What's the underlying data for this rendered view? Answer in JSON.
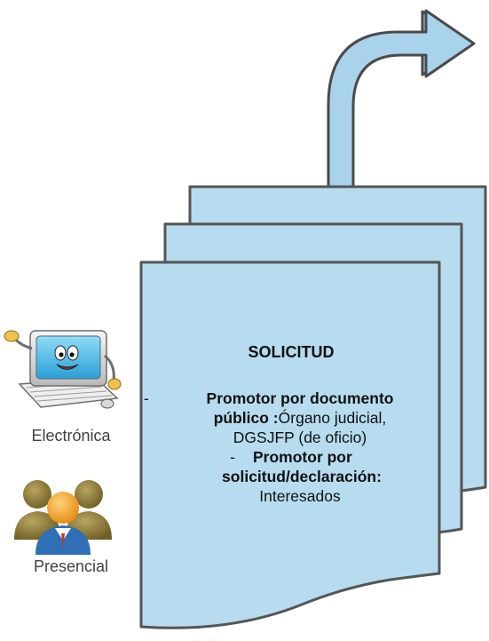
{
  "document": {
    "title": "SOLICITUD",
    "item1": {
      "bullet": "-",
      "bold_line1": "Promotor por documento",
      "bold_line2": "público :",
      "normal_line2": "Órgano judicial,",
      "normal_line3": "DGSJFP (de oficio)"
    },
    "item2": {
      "bullet": "-",
      "bold_line1": "Promotor por",
      "bold_line2": "solicitud/declaración:",
      "normal_line3": "Interesados"
    }
  },
  "channels": {
    "electronic": {
      "label": "Electrónica",
      "icon": "computer-mascot-icon"
    },
    "in_person": {
      "label": "Presencial",
      "icon": "people-group-icon"
    }
  },
  "colors": {
    "page_fill": "#b7dcef",
    "page_stroke": "#555555",
    "arrow_fill": "#a9d3ea"
  }
}
